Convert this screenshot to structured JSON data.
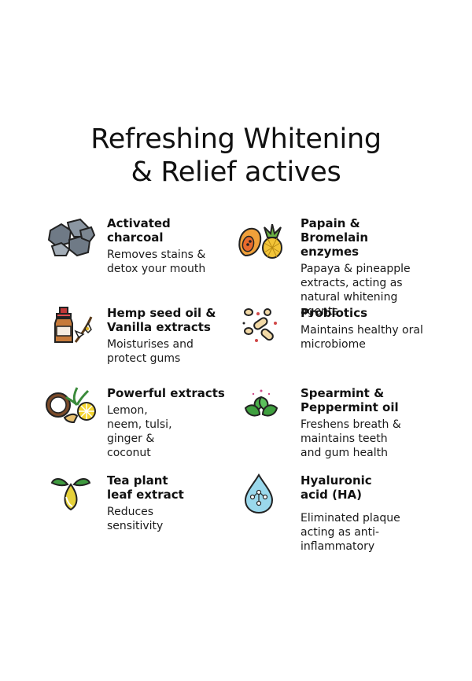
{
  "title": {
    "line1": "Refreshing Whitening",
    "line2": "& Relief actives"
  },
  "actives": [
    {
      "name": "Activated charcoal",
      "desc": "Removes stains & detox your mouth",
      "icon": "charcoal-icon"
    },
    {
      "name": "Papain & Bromelain enzymes",
      "desc": "Papaya & pineapple extracts, acting as natural whitening agents",
      "icon": "papaya-pineapple-icon"
    },
    {
      "name": "Hemp seed oil & Vanilla extracts",
      "desc": "Moisturises and protect gums",
      "icon": "oil-bottle-vanilla-icon"
    },
    {
      "name": "Probiotics",
      "desc": "Maintains healthy oral microbiome",
      "icon": "probiotics-icon"
    },
    {
      "name": "Powerful extracts",
      "desc": "Lemon, neem, tulsi, ginger & coconut",
      "icon": "lemon-coconut-ginger-icon"
    },
    {
      "name": "Spearmint & Peppermint oil",
      "desc": "Freshens breath & maintains teeth and gum health",
      "icon": "mint-leaves-icon"
    },
    {
      "name": "Tea plant leaf extract",
      "desc": "Reduces sensitivity",
      "icon": "tea-leaf-oil-drop-icon"
    },
    {
      "name": "Hyaluronic acid (HA)",
      "desc": "Eliminated plaque acting as anti-inflammatory",
      "icon": "water-drop-molecule-icon"
    }
  ]
}
